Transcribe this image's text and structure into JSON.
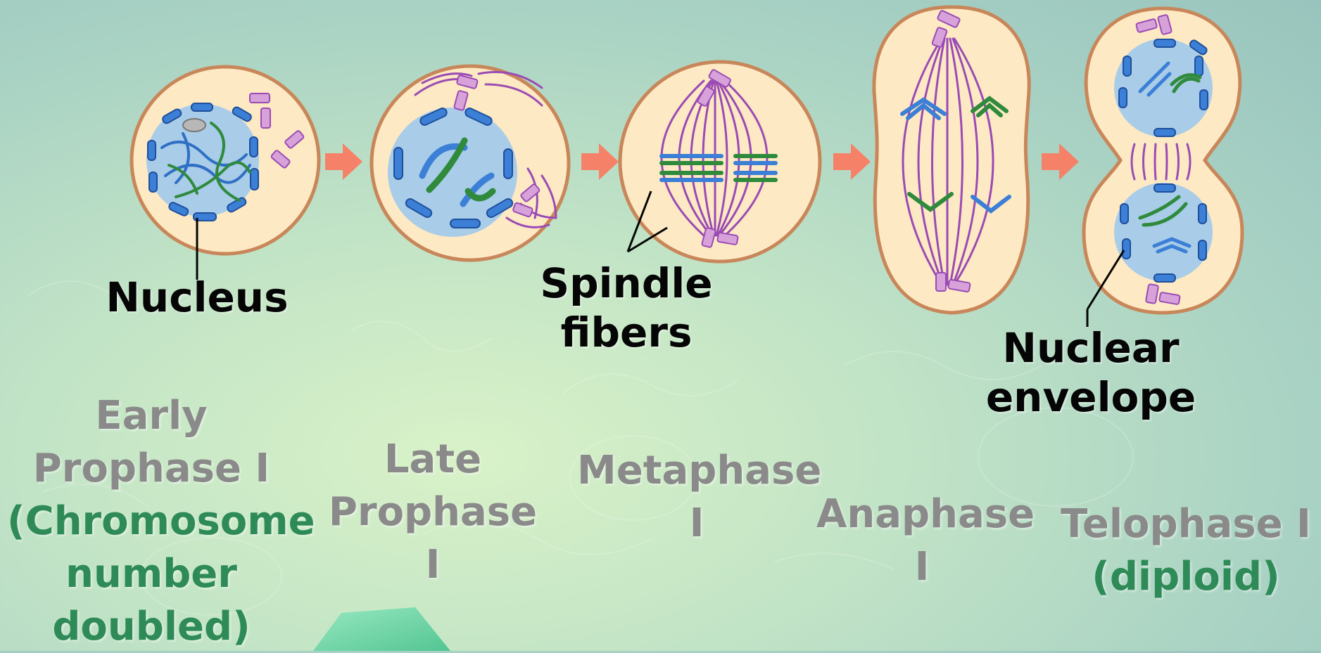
{
  "callouts": {
    "nucleus": "Nucleus",
    "spindle": [
      "Spindle",
      "fibers"
    ],
    "envelope": [
      "Nuclear",
      "envelope"
    ]
  },
  "phases": {
    "early": {
      "lines": [
        "Early",
        "Prophase I"
      ],
      "note": [
        "(Chromosome",
        "number",
        "doubled)"
      ]
    },
    "late": {
      "lines": [
        "Late",
        "Prophase",
        "I"
      ]
    },
    "metaphase": {
      "lines": [
        "Metaphase",
        "I"
      ]
    },
    "anaphase": {
      "lines": [
        "Anaphase",
        "I"
      ]
    },
    "telophase": {
      "lines": [
        "Telophase I"
      ],
      "note": [
        "(diploid)"
      ]
    }
  },
  "colors": {
    "cell_fill": "#fde9c3",
    "cell_border": "#c8875a",
    "nucleus_fill": "#a9cce8",
    "envelope": "#3c7fd6",
    "chromosome_blue": "#3c7fd6",
    "chromosome_green": "#2f8a3c",
    "spindle": "#9a4bb5",
    "centrosome": "#d7a2d9",
    "arrow": "#f58268",
    "phase_label": "#8a8a8a",
    "phase_note": "#2e8b57"
  }
}
